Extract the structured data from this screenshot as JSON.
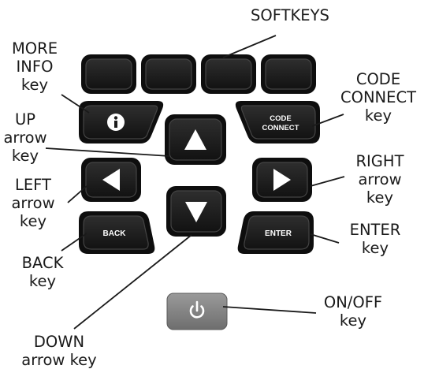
{
  "labels": {
    "softkeys": "SOFTKEYS",
    "more_info": [
      "MORE",
      "INFO",
      "key"
    ],
    "code_connect": [
      "CODE",
      "CONNECT",
      "key"
    ],
    "up_arrow": [
      "UP",
      "arrow",
      "key"
    ],
    "left_arrow": [
      "LEFT",
      "arrow",
      "key"
    ],
    "right_arrow": [
      "RIGHT",
      "arrow",
      "key"
    ],
    "back": [
      "BACK",
      "key"
    ],
    "enter": [
      "ENTER",
      "key"
    ],
    "on_off": [
      "ON/OFF",
      "key"
    ],
    "down_arrow": [
      "DOWN",
      "arrow key"
    ]
  },
  "keys": {
    "code_connect": [
      "CODE",
      "CONNECT"
    ],
    "back": "BACK",
    "enter": "ENTER"
  },
  "colors": {
    "key_body": "#1c1c1c",
    "key_rim": "#3a3a3a",
    "icon": "#ffffff",
    "power_key": "#8a8a8a"
  }
}
